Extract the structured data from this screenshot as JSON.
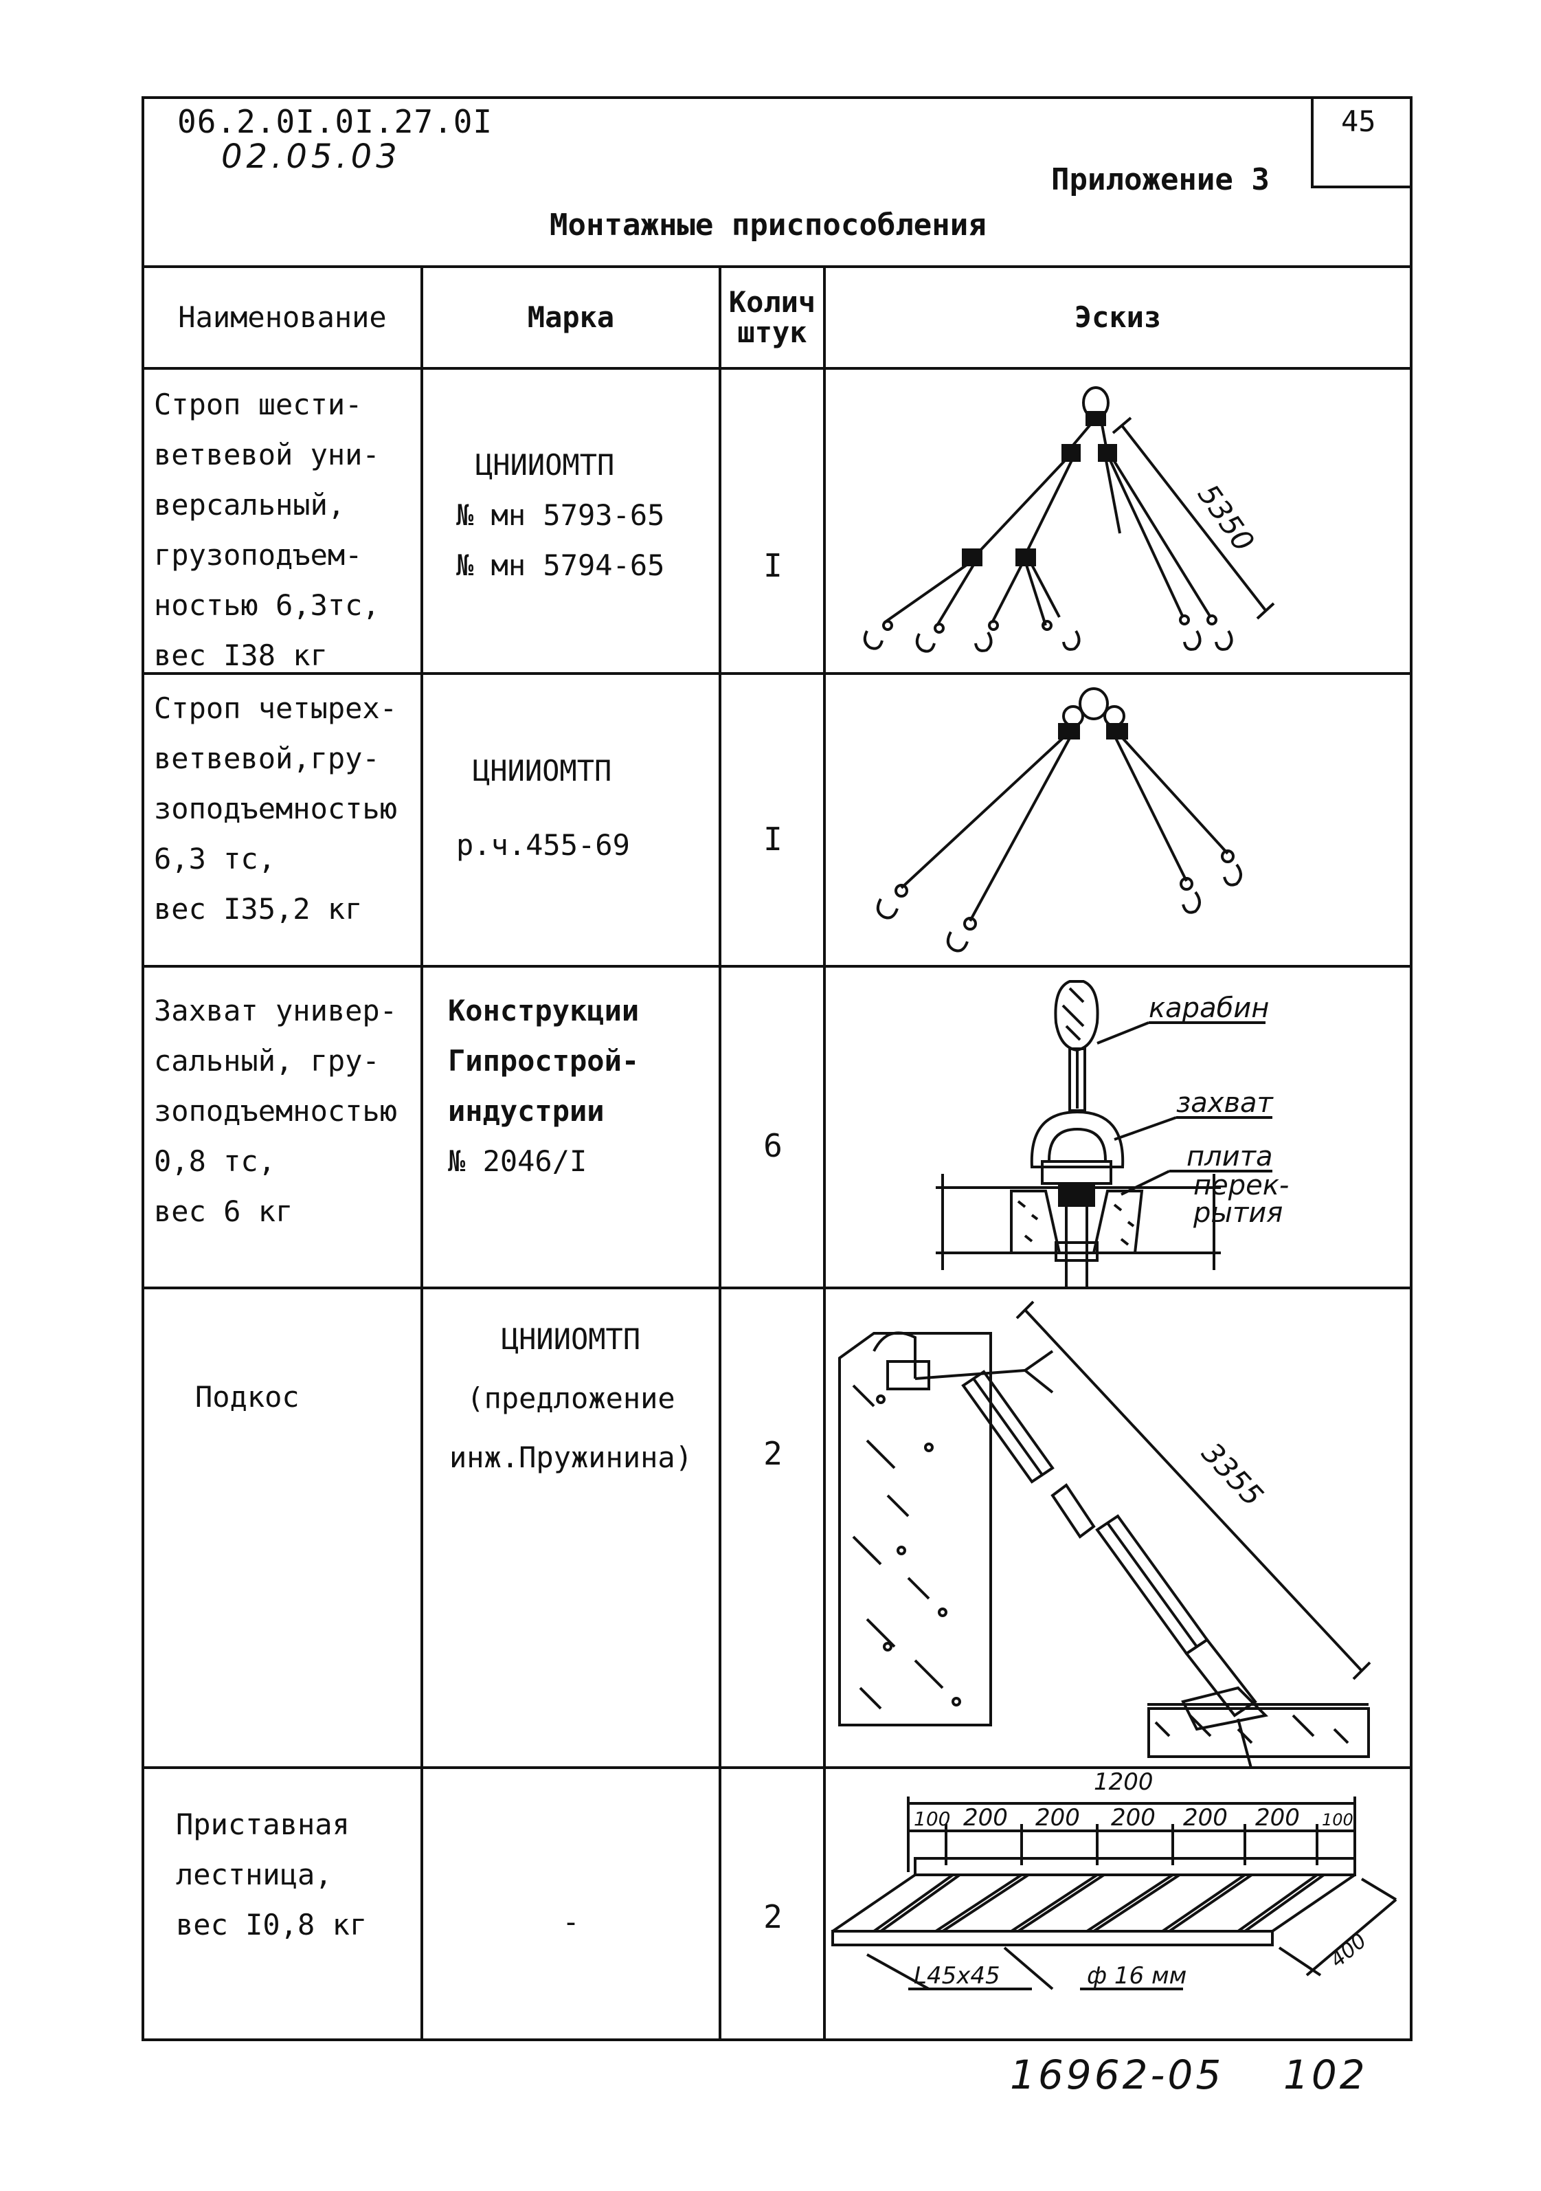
{
  "header": {
    "code": "06.2.0I.0I.27.0I",
    "date": "02.05.03",
    "sheet": "45",
    "appendix": "Приложение 3",
    "title": "Монтажные приспособления"
  },
  "columns": {
    "name": "Наименование",
    "mark": "Марка",
    "qty_line1": "Колич",
    "qty_line2": "штук",
    "sketch": "Эскиз"
  },
  "rows": [
    {
      "name": [
        "Строп шести-",
        "ветвевой уни-",
        "версальный,",
        "грузоподъем-",
        "ностью 6,3тс,",
        "вес I38 кг"
      ],
      "mark": [
        "ЦНИИОМТП",
        "№ мн 5793-65",
        "№ мн 5794-65"
      ],
      "qty": "I",
      "sketch_labels": {
        "dimension": "5350"
      }
    },
    {
      "name": [
        "Строп четырех-",
        "ветвевой,гру-",
        "зоподъемностью",
        "6,3 тс,",
        "вес I35,2 кг"
      ],
      "mark": [
        "ЦНИИОМТП",
        "р.ч.455-69"
      ],
      "qty": "I"
    },
    {
      "name": [
        "Захват универ-",
        "сальный, гру-",
        "зоподъемностью",
        "0,8 тс,",
        "вес 6 кг"
      ],
      "mark": [
        "Конструкции",
        "Гипрострой-",
        "индустрии",
        "№ 2046/I"
      ],
      "qty": "6",
      "sketch_labels": {
        "carabiner": "карабин",
        "grip": "захват",
        "slab1": "плита",
        "slab2": "перек-",
        "slab3": "рытия"
      }
    },
    {
      "name": [
        "Подкос"
      ],
      "mark": [
        "ЦНИИОМТП",
        "(предложение",
        "инж.Пружинина)"
      ],
      "qty": "2",
      "sketch_labels": {
        "dimension": "3355"
      }
    },
    {
      "name": [
        "Приставная",
        "лестница,",
        "вес I0,8 кг"
      ],
      "mark": [
        "-"
      ],
      "qty": "2",
      "sketch_labels": {
        "total": "1200",
        "d1": "100",
        "d2": "200",
        "d3": "200",
        "d4": "200",
        "d5": "200",
        "d6": "200",
        "d7": "100",
        "depth": "400",
        "angle": "L45x45",
        "rod": "ф 16 мм"
      }
    }
  ],
  "footer": {
    "doc_number": "16962-05",
    "page": "102"
  }
}
